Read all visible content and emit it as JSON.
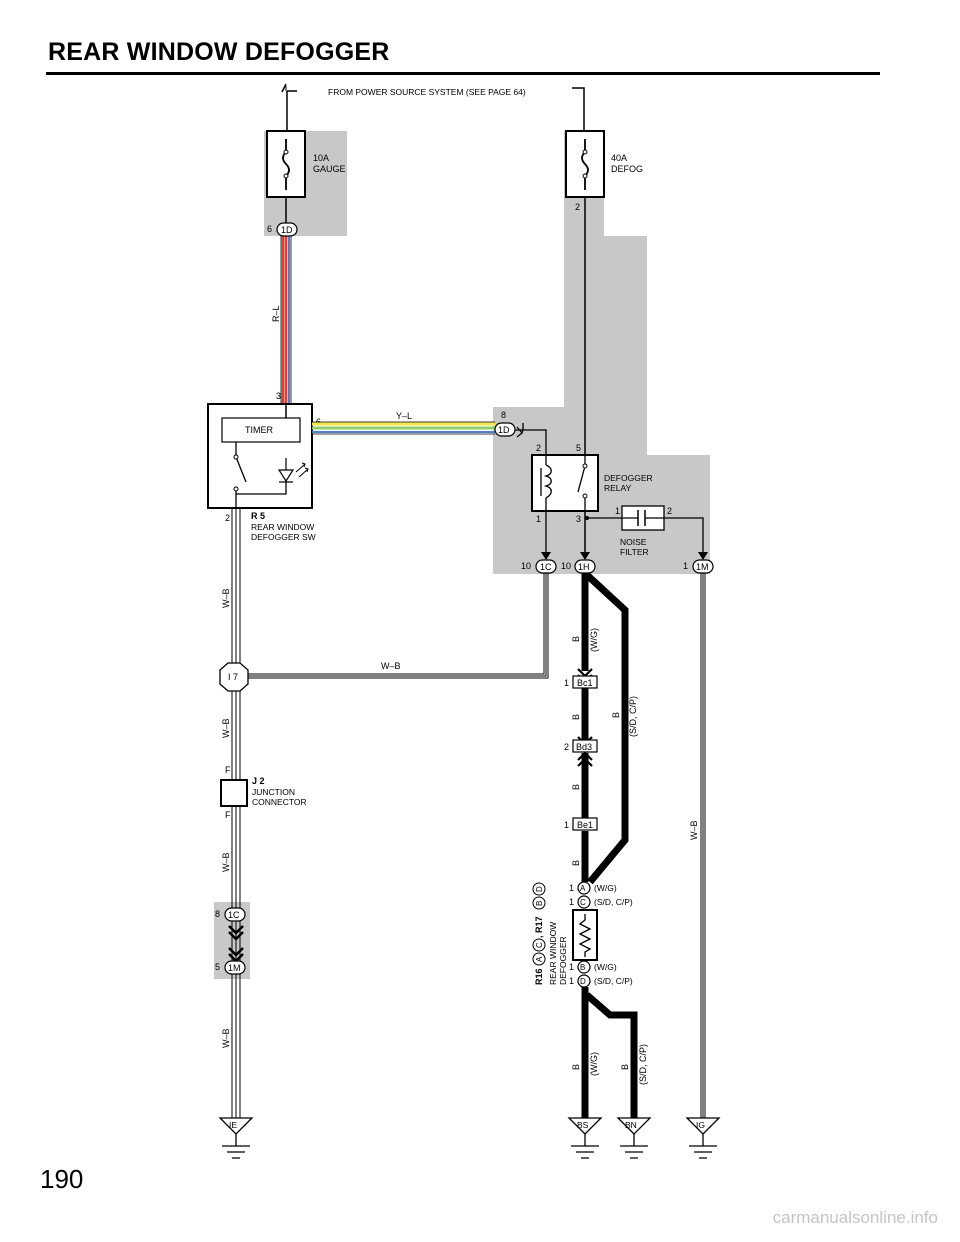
{
  "page": {
    "title": "REAR WINDOW DEFOGGER",
    "page_number": "190",
    "watermark": "carmanualsonline.info"
  },
  "colors": {
    "shading": "#c8c8c8",
    "wire_R_L_red": "#e8372c",
    "wire_R_L_blue": "#4f7fc8",
    "wire_Y_L_yellow": "#f2e64a",
    "wire_Y_L_green": "#8ccf6a",
    "wire_Y_L_blue": "#4f7fc8"
  },
  "power_source": {
    "label": "FROM POWER SOURCE SYSTEM (SEE PAGE 64)"
  },
  "fuses": [
    {
      "rating": "10A",
      "name": "GAUGE",
      "icon": "fuse-icon"
    },
    {
      "rating": "40A",
      "name": "DEFOG",
      "icon": "fuse-icon"
    }
  ],
  "timer": {
    "label": "TIMER"
  },
  "switch_component": {
    "code": "R 5",
    "name_line1": "REAR WINDOW",
    "name_line2": "DEFOGGER SW"
  },
  "relay": {
    "name_line1": "DEFOGGER",
    "name_line2": "RELAY"
  },
  "noise_filter": {
    "name_line1": "NOISE",
    "name_line2": "FILTER"
  },
  "junction_connector": {
    "code": "J 2",
    "name_line1": "JUNCTION",
    "name_line2": "CONNECTOR",
    "pin_top": "F",
    "pin_bottom": "F"
  },
  "defogger": {
    "code_r16": "R16",
    "code_r17": ", R17",
    "letter_a": "A",
    "letter_b": "B",
    "letter_c": "C",
    "letter_d": "D",
    "name_line1": "REAR WINDOW",
    "name_line2": "DEFOGGER"
  },
  "junction_i7": {
    "label": "I 7"
  },
  "connectors": {
    "c_1d_a": "1D",
    "c_1d_b": "1D",
    "c_1c_top": "1C",
    "c_1h": "1H",
    "c_1m_top": "1M",
    "c_1c_bot": "1C",
    "c_1m_bot": "1M",
    "c_bc1": "Bc1",
    "c_bd3": "Bd3",
    "c_be1": "Be1",
    "c_A": "A",
    "c_C": "C",
    "c_B": "B",
    "c_D": "D"
  },
  "pins": {
    "p_6_fuse": "6",
    "p_2_defog": "2",
    "p_3_sw": "3",
    "p_6_sw": "6",
    "p_8": "8",
    "p_2_sw": "2",
    "p_relay_2": "2",
    "p_relay_5": "5",
    "p_relay_1": "1",
    "p_relay_3": "3",
    "p_nf_1": "1",
    "p_nf_2": "2",
    "p_10a": "10",
    "p_10b": "10",
    "p_1m": "1",
    "p_bc1": "1",
    "p_bd3": "2",
    "p_be1": "1",
    "p_8c": "8",
    "p_5m": "5",
    "p_A": "1",
    "p_C": "1",
    "p_B": "1",
    "p_D": "1"
  },
  "wires": {
    "r_l": "R–L",
    "y_l": "Y–L",
    "wb_1": "W–B",
    "wb_2": "W–B",
    "wb_3": "W–B",
    "wb_4": "W–B",
    "wb_5": "W–B",
    "wb_6": "W–B",
    "b_1": "B",
    "b_2": "B",
    "b_3": "B",
    "b_4": "B",
    "b_5": "B",
    "b_6": "B",
    "b_7": "B"
  },
  "variants": {
    "wg_1": "(W/G)",
    "sdcp_1": "(S/D, C/P)",
    "wg_A": "(W/G)",
    "sdcp_C": "(S/D, C/P)",
    "wg_B": "(W/G)",
    "sdcp_D": "(S/D, C/P)",
    "wg_2": "(W/G)",
    "sdcp_2": "(S/D, C/P)"
  },
  "grounds": {
    "ie": "IE",
    "bs": "BS",
    "bn": "BN",
    "ig": "IG"
  }
}
